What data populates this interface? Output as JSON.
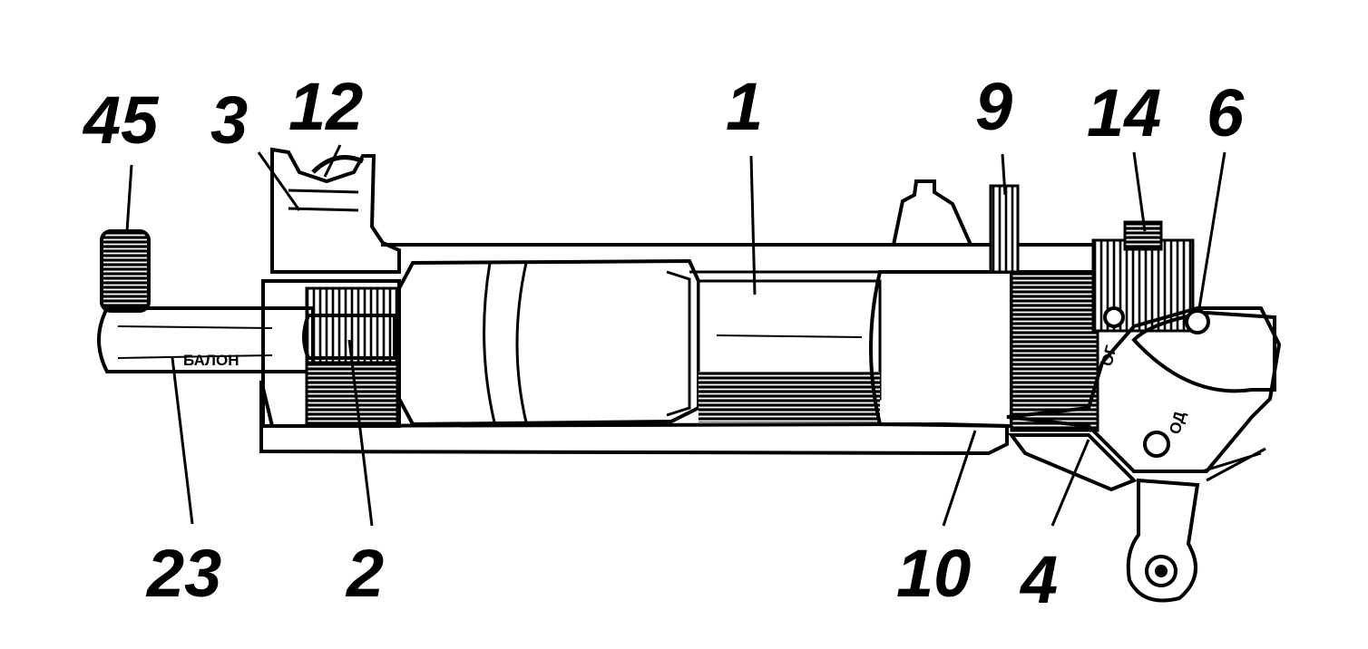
{
  "diagram": {
    "callouts": [
      {
        "id": "c45",
        "label": "45"
      },
      {
        "id": "c3",
        "label": "3"
      },
      {
        "id": "c12",
        "label": "12"
      },
      {
        "id": "c1",
        "label": "1"
      },
      {
        "id": "c9",
        "label": "9"
      },
      {
        "id": "c14",
        "label": "14"
      },
      {
        "id": "c6",
        "label": "6"
      },
      {
        "id": "c23",
        "label": "23"
      },
      {
        "id": "c2",
        "label": "2"
      },
      {
        "id": "c10",
        "label": "10"
      },
      {
        "id": "c4",
        "label": "4"
      }
    ],
    "stamps": {
      "fire_mark": "ОГ",
      "single_mark": "ОД",
      "rod_mark": "БАЛОН"
    },
    "colors": {
      "ink": "#000000",
      "paper": "#ffffff"
    }
  }
}
